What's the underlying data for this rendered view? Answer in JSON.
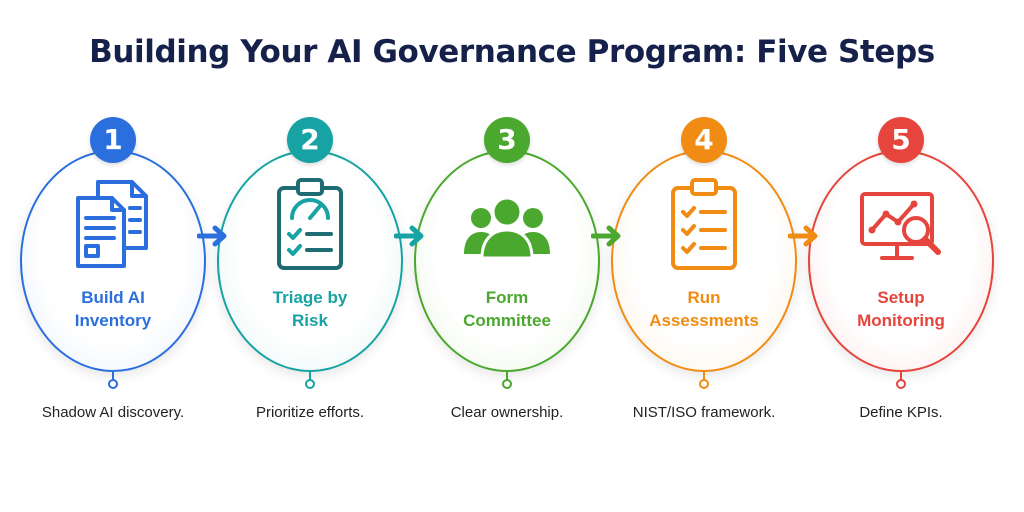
{
  "title": "Building Your AI Governance Program: Five Steps",
  "steps": [
    {
      "number": "1",
      "label_line1": "Build AI",
      "label_line2": "Inventory",
      "description": "Shadow AI discovery.",
      "color": "#2b6fde",
      "icon": "documents-icon"
    },
    {
      "number": "2",
      "label_line1": "Triage by",
      "label_line2": "Risk",
      "description": "Prioritize efforts.",
      "color": "#17a3a3",
      "icon": "clipboard-gauge-icon"
    },
    {
      "number": "3",
      "label_line1": "Form",
      "label_line2": "Committee",
      "description": "Clear ownership.",
      "color": "#4aa82e",
      "icon": "people-group-icon"
    },
    {
      "number": "4",
      "label_line1": "Run",
      "label_line2": "Assessments",
      "description": "NIST/ISO framework.",
      "color": "#f08c14",
      "icon": "checklist-clipboard-icon"
    },
    {
      "number": "5",
      "label_line1": "Setup",
      "label_line2": "Monitoring",
      "description": "Define KPIs.",
      "color": "#e5453c",
      "icon": "monitor-chart-search-icon"
    }
  ],
  "arrows": [
    {
      "color": "#2b6fde",
      "icon": "arrow-right-icon"
    },
    {
      "color": "#17a3a3",
      "icon": "arrow-right-icon"
    },
    {
      "color": "#4aa82e",
      "icon": "arrow-right-icon"
    },
    {
      "color": "#f08c14",
      "icon": "arrow-right-icon"
    }
  ]
}
